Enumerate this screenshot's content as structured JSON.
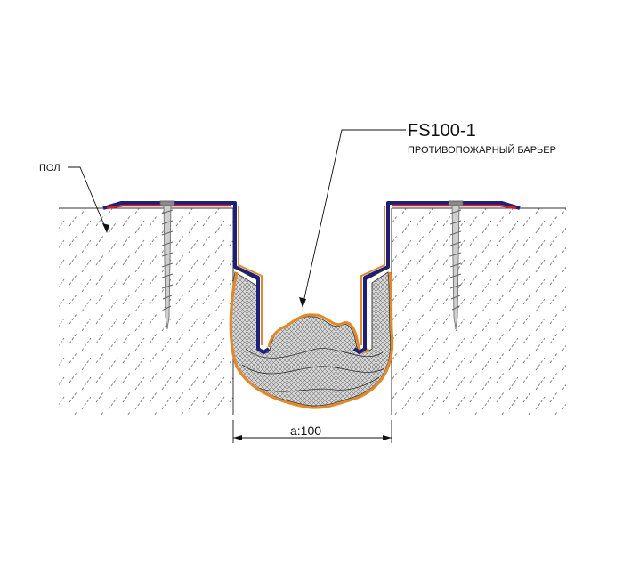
{
  "labels": {
    "product_code": "FS100-1",
    "product_description": "ПРОТИВОПОЖАРНЫЙ БАРЬЕР",
    "floor": "ПОЛ",
    "dimension": "a:100"
  },
  "colors": {
    "concrete_hatch": "#555555",
    "profile_outer": "#1d1f7a",
    "profile_inner": "#2a2a2a",
    "fire_barrier_edge": "#e28a2b",
    "seal_red": "#d42020",
    "filler_mesh": "#9a9a9a",
    "screw": "#8a8a8a"
  }
}
